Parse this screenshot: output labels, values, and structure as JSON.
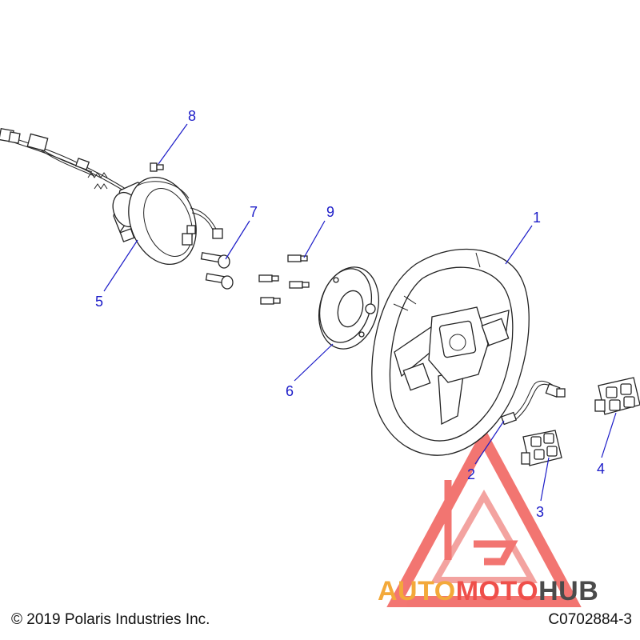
{
  "callouts": [
    "1",
    "2",
    "3",
    "4",
    "5",
    "6",
    "7",
    "8",
    "9"
  ],
  "footer": {
    "copyright": "© 2019 Polaris Industries Inc.",
    "drawing_number": "C0702884-3"
  },
  "watermark": {
    "part1": "AUTO",
    "part2": "MOTO",
    "part3": "HUB",
    "color1": "#f3a93a",
    "color2": "#ef4f4a",
    "color3": "#4b4b4b"
  },
  "colors": {
    "leader": "#1c1cc8",
    "line": "#222222"
  }
}
